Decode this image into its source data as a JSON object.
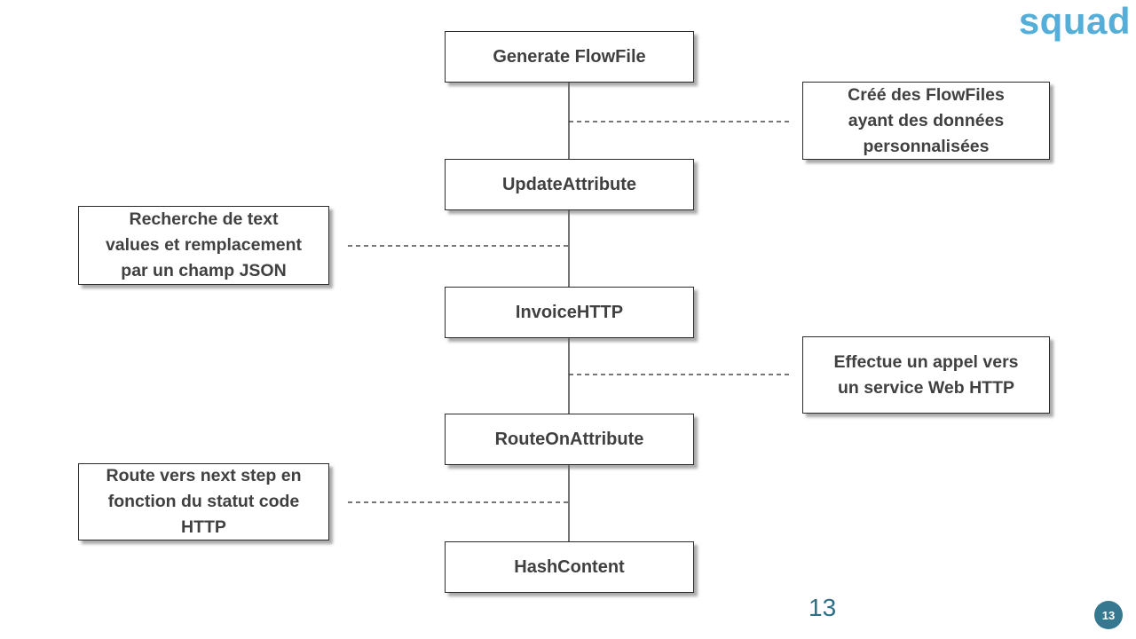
{
  "slide": {
    "logo_text": "squad",
    "page_number": "13",
    "page_badge": "13",
    "colors": {
      "background": "#ffffff",
      "logo": "#54aed8",
      "page_number": "#2e6e86",
      "badge_background": "#35788f",
      "badge_text": "#ffffff",
      "box_border": "#2b2b2b",
      "box_text": "#404040",
      "connector_line": "#262626"
    }
  },
  "flowchart": {
    "nodes": [
      {
        "label": "Generate FlowFile"
      },
      {
        "label": "UpdateAttribute"
      },
      {
        "label": "InvoiceHTTP"
      },
      {
        "label": "RouteOnAttribute"
      },
      {
        "label": "HashContent"
      }
    ],
    "annotations": [
      {
        "side": "right",
        "text": "Créé des FlowFiles\nayant des données\npersonnalisées"
      },
      {
        "side": "left",
        "text": "Recherche de text\nvalues et remplacement\npar un champ JSON"
      },
      {
        "side": "right",
        "text": "Effectue un appel vers\nun service Web HTTP"
      },
      {
        "side": "left",
        "text": "Route vers next step en\nfonction du statut code\nHTTP"
      }
    ]
  }
}
